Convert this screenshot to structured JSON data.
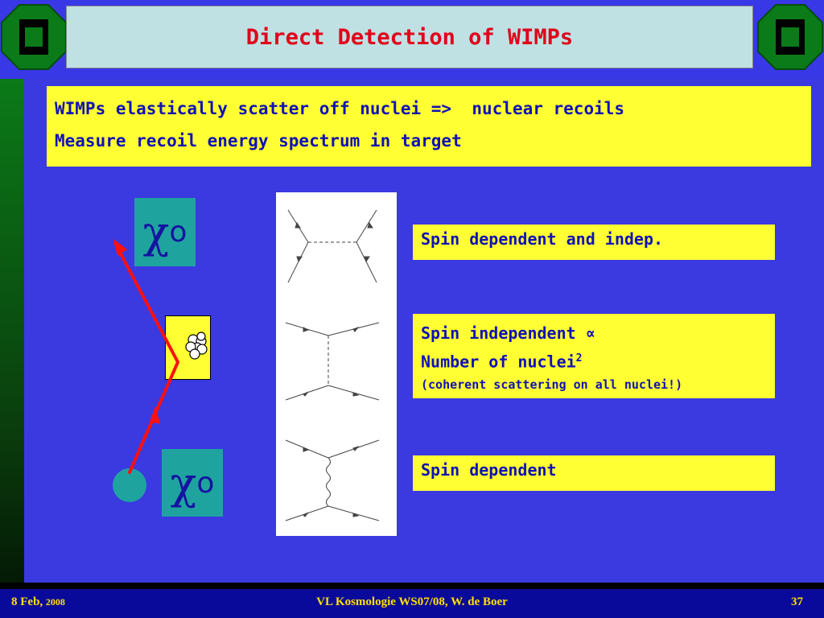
{
  "title": "Direct Detection of WIMPs",
  "info": {
    "line1": "WIMPs elastically scatter off nuclei =>  nuclear recoils",
    "line2": "Measure recoil energy spectrum in target"
  },
  "particle_label": "χ",
  "particle_charge": "o",
  "boxes": {
    "box1": "Spin dependent and indep.",
    "box2_line1": "Spin independent ∝",
    "box2_line2": "Number of nuclei",
    "box2_line2_sup": "2",
    "box2_line3": "(coherent scattering on all nuclei!)",
    "box3": "Spin dependent"
  },
  "footer": {
    "date": "8 Feb,",
    "year": "2008",
    "course": "VL Kosmologie WS07/08,  W. de Boer",
    "page": "37"
  },
  "colors": {
    "background": "#3a3ae0",
    "title_bg": "#bfe1e3",
    "title_text": "#e0001a",
    "highlight_bg": "#ffff33",
    "body_text": "#1212b4",
    "particle": "#1fa39f",
    "arrow": "#ff1010",
    "footer_text": "#ffe000"
  }
}
